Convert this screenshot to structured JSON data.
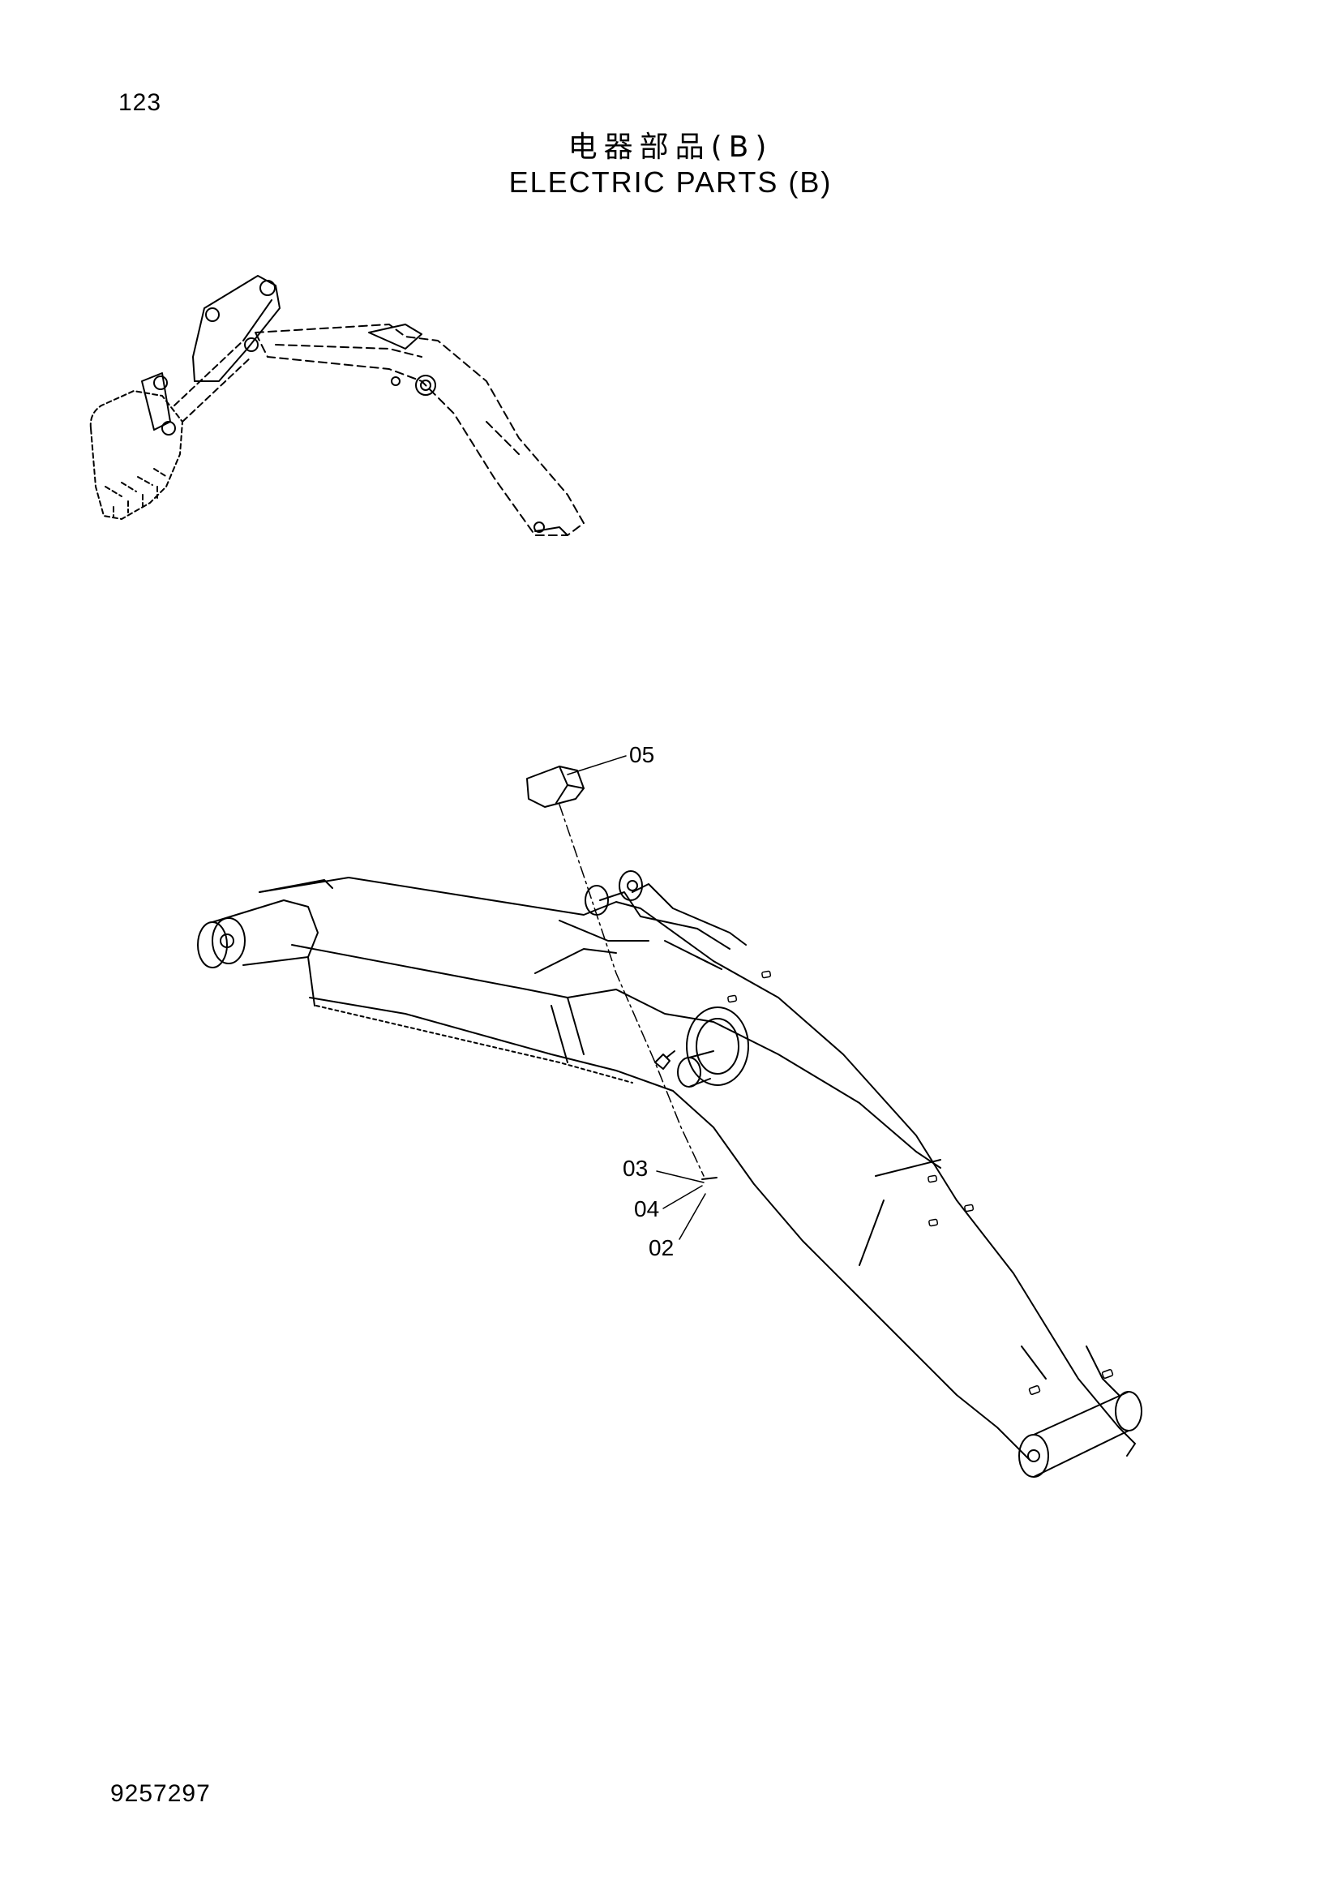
{
  "page": {
    "number": "123",
    "title_cn": "电器部品(B)",
    "title_en": "ELECTRIC PARTS (B)",
    "doc_number": "9257297"
  },
  "callouts": [
    {
      "id": "05",
      "label": "05"
    },
    {
      "id": "03",
      "label": "03"
    },
    {
      "id": "04",
      "label": "04"
    },
    {
      "id": "02",
      "label": "02"
    }
  ]
}
